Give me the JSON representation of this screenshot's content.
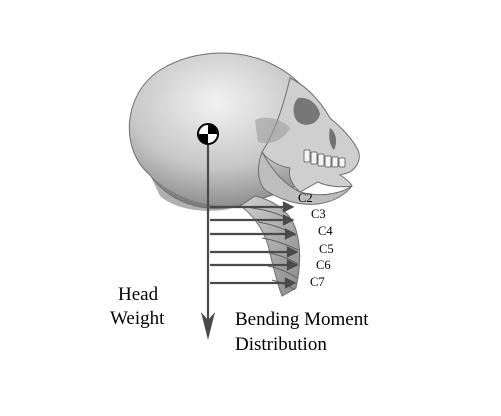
{
  "labels": {
    "head_weight": [
      "Head",
      "Weight"
    ],
    "bending_moment": [
      "Bending Moment",
      "Distribution"
    ]
  },
  "vertebrae": [
    "C2",
    "C3",
    "C4",
    "C5",
    "C6",
    "C7"
  ],
  "colors": {
    "background": "#ffffff",
    "skull_fill": "#d9d9d9",
    "skull_shadow": "#8c8c8c",
    "arrow": "#4a4a4a",
    "text": "#000000"
  },
  "icons": {
    "center_of_mass": "center-of-mass-icon"
  }
}
